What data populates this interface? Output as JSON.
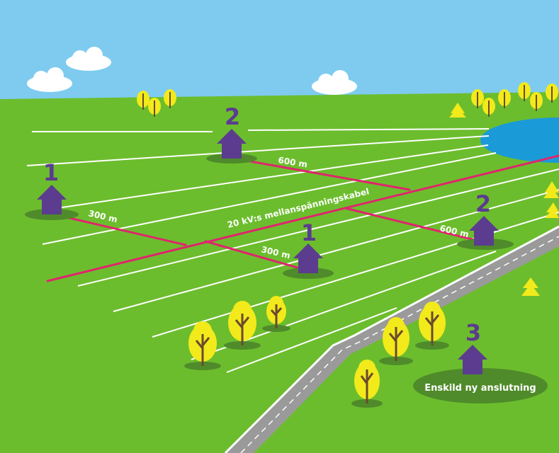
{
  "colors": {
    "sky": "#7ecbef",
    "grass": "#6cbd2d",
    "cable": "#e0246e",
    "house": "#5b3c8f",
    "tree": "#f2ea1a",
    "lake": "#1b9ad8",
    "road": "#9a9a9a"
  },
  "cable_label": "20 kV:s mellanspänningskabel",
  "distances": {
    "left_300": "300 m",
    "mid_300": "300 m",
    "top_600": "600 m",
    "right_600": "600 m"
  },
  "houses": {
    "left_1": "1",
    "top_2": "2",
    "mid_1": "1",
    "right_2": "2",
    "new_3": "3"
  },
  "new_connection_label": "Enskild ny anslutning"
}
